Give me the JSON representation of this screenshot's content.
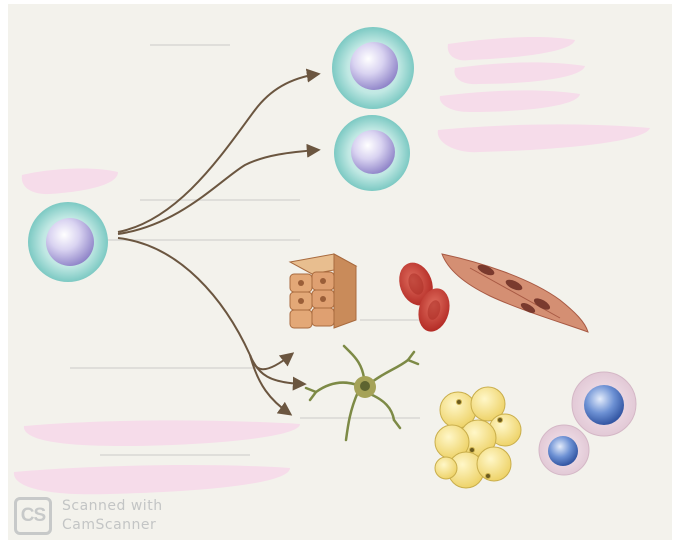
{
  "watermark": {
    "logo": "CS",
    "line1": "Scanned with",
    "line2": "CamScanner"
  },
  "colors": {
    "paper": "#f3f2ec",
    "stem_cell_halo": "#86cfc9",
    "nucleus": "#9c94cf",
    "arrow": "#6b5640",
    "epithelium": "#d9a070",
    "red_blood_cell": "#c7392f",
    "muscle": "#c98060",
    "neuron": "#6e7a3c",
    "fat_cell": "#f4e48a",
    "blood_cell": "#4f76c0",
    "redaction": "#f6dcea"
  }
}
